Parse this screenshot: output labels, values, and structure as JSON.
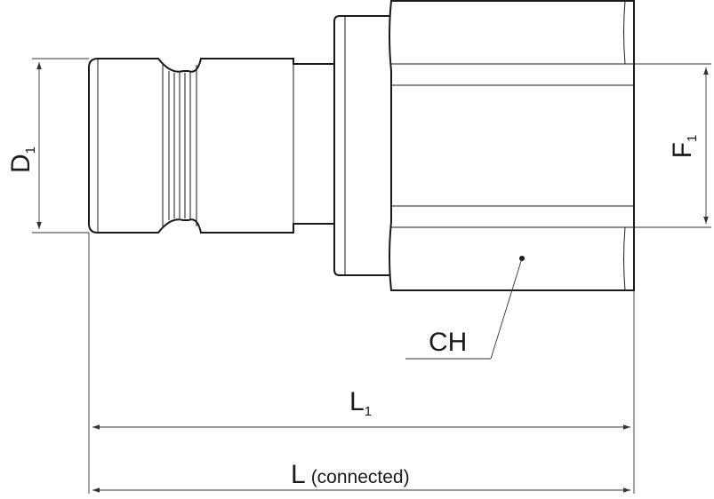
{
  "labels": {
    "d1": {
      "main": "D",
      "sub": "1"
    },
    "f1": {
      "main": "F",
      "sub": "1"
    },
    "ch": "CH",
    "l1": {
      "main": "L",
      "sub": "1"
    },
    "l": {
      "main": "L",
      "note": "(connected)"
    }
  }
}
